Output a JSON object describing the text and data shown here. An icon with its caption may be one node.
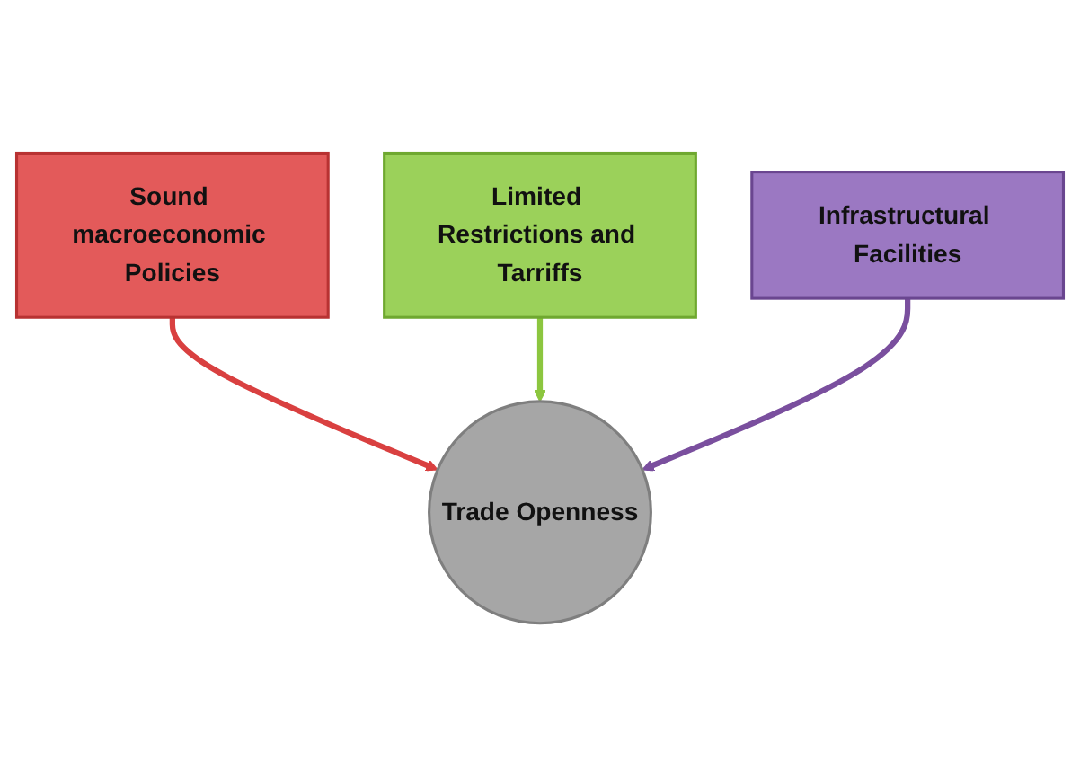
{
  "diagram": {
    "nodes": [
      {
        "text": [
          "Sound macroeconomic Policies"
        ]
      },
      {
        "text": [
          "Limited Restrictions and Tarriffs"
        ]
      },
      {
        "text": [
          "Infrastructural Facilities"
        ]
      },
      {
        "text": [
          "Trade Openness"
        ]
      }
    ],
    "edges": [
      {
        "from": 0,
        "to": 3,
        "arrow": "to",
        "color": "#d94040"
      },
      {
        "from": 1,
        "to": 3,
        "arrow": "to",
        "color": "#8cc63f"
      },
      {
        "from": 2,
        "to": 3,
        "arrow": "to",
        "color": "#7a4f9e"
      }
    ]
  }
}
